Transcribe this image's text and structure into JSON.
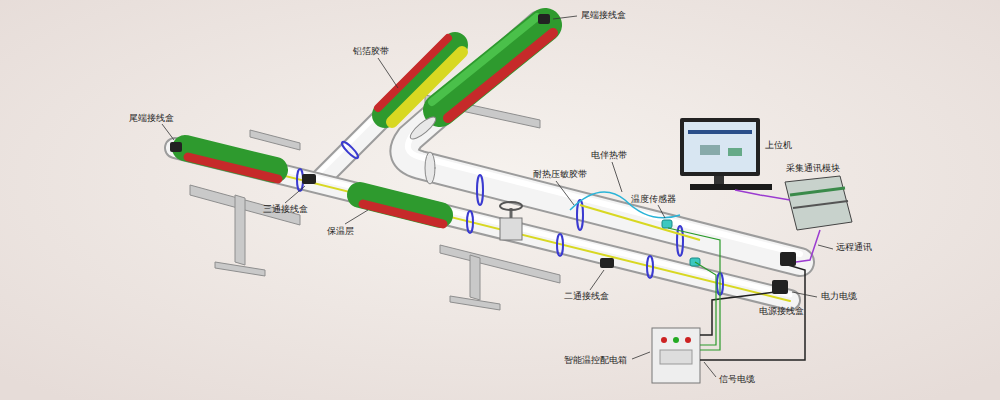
{
  "diagram": {
    "labels": [
      "尾端接线盒",
      "铝箔胶带",
      "尾端接线盒",
      "上位机",
      "电伴热带",
      "采集通讯模块",
      "耐热压敏胶带",
      "温度传感器",
      "三通接线盒",
      "保温层",
      "远程通讯",
      "二通接线盒",
      "电力电缆",
      "电源接线盒",
      "智能温控配电箱",
      "信号电缆"
    ]
  }
}
